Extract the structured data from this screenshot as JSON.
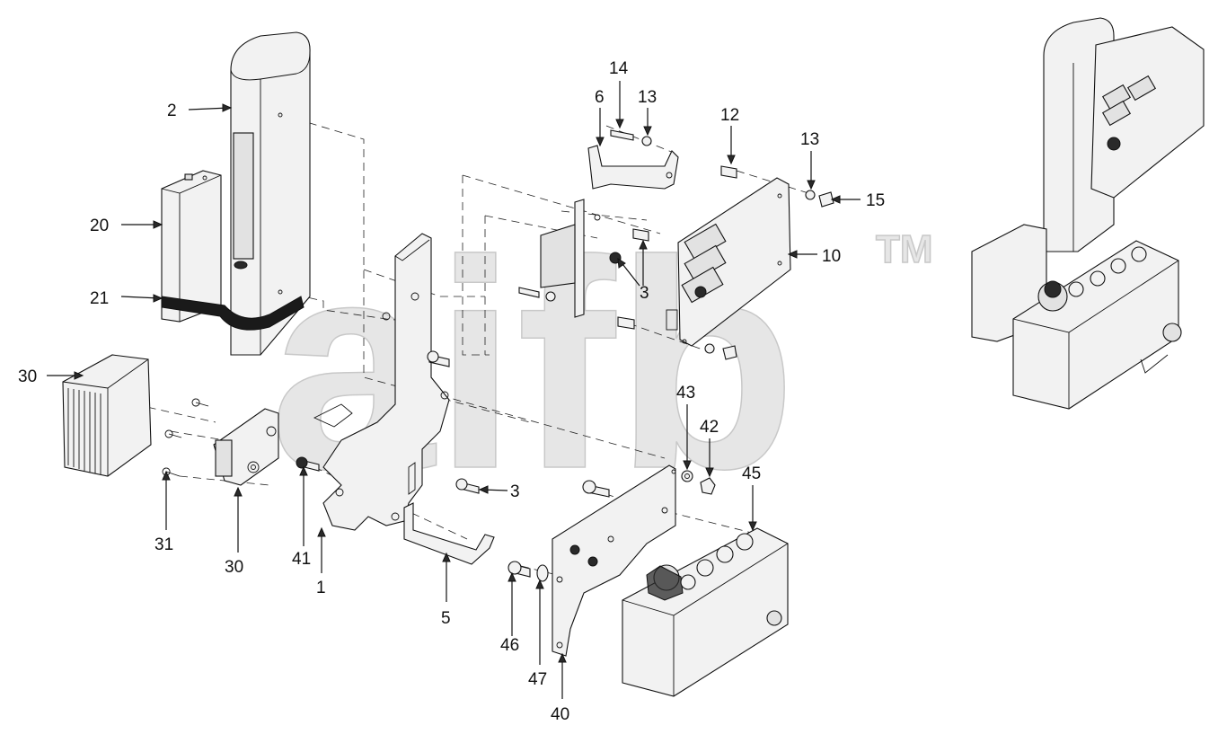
{
  "watermark": {
    "text": "aifb",
    "trademark": "TM"
  },
  "labels": {
    "l1": "1",
    "l2": "2",
    "l3a": "3",
    "l3b": "3",
    "l5": "5",
    "l6": "6",
    "l10": "10",
    "l12": "12",
    "l13a": "13",
    "l13b": "13",
    "l14": "14",
    "l15": "15",
    "l20": "20",
    "l21": "21",
    "l30a": "30",
    "l30b": "30",
    "l31": "31",
    "l40": "40",
    "l41": "41",
    "l42": "42",
    "l43": "43",
    "l45": "45",
    "l46": "46",
    "l47": "47"
  }
}
